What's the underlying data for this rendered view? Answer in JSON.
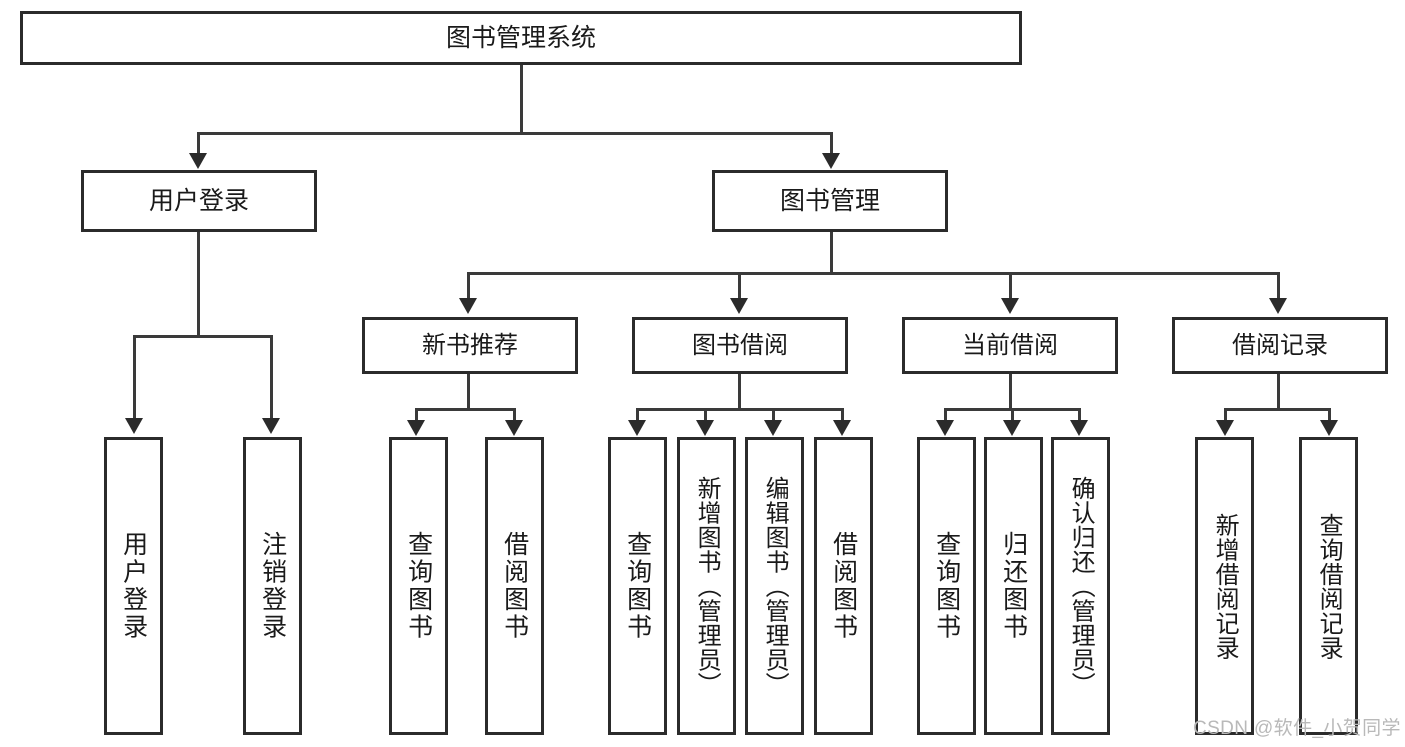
{
  "diagram": {
    "type": "tree-hierarchy-diagram",
    "title": "图书管理系统",
    "theme": {
      "box_border": "#2b2b2b",
      "box_fill": "#ffffff",
      "connector": "#3a3a3a",
      "text": "#1a1a1a",
      "background": "#ffffff",
      "watermark_color": "#b9b9b9"
    },
    "nodes": {
      "root": {
        "label": "图书管理系统"
      },
      "level2": [
        {
          "id": "user-login",
          "label": "用户登录"
        },
        {
          "id": "book-manage",
          "label": "图书管理"
        }
      ],
      "level3": [
        {
          "id": "new-book-recommend",
          "label": "新书推荐"
        },
        {
          "id": "book-borrow",
          "label": "图书借阅"
        },
        {
          "id": "current-borrow",
          "label": "当前借阅"
        },
        {
          "id": "borrow-record",
          "label": "借阅记录"
        }
      ],
      "leaves": {
        "user-login": [
          {
            "id": "leaf-user-login",
            "label": "用户登录"
          },
          {
            "id": "leaf-logout-login",
            "label": "注销登录"
          }
        ],
        "new-book-recommend": [
          {
            "id": "leaf-query-book-1",
            "label": "查询图书"
          },
          {
            "id": "leaf-borrow-book-1",
            "label": "借阅图书"
          }
        ],
        "book-borrow": [
          {
            "id": "leaf-query-book-2",
            "label": "查询图书"
          },
          {
            "id": "leaf-add-book-admin",
            "label": "新增图书（管理员）"
          },
          {
            "id": "leaf-edit-book-admin",
            "label": "编辑图书（管理员）"
          },
          {
            "id": "leaf-borrow-book-2",
            "label": "借阅图书"
          }
        ],
        "current-borrow": [
          {
            "id": "leaf-query-book-3",
            "label": "查询图书"
          },
          {
            "id": "leaf-return-book",
            "label": "归还图书"
          },
          {
            "id": "leaf-confirm-return-admin",
            "label": "确认归还（管理员）"
          }
        ],
        "borrow-record": [
          {
            "id": "leaf-add-borrow-record",
            "label": "新增借阅记录"
          },
          {
            "id": "leaf-query-borrow-record",
            "label": "查询借阅记录"
          }
        ]
      }
    },
    "watermark": "CSDN @软件_小贺同学"
  }
}
